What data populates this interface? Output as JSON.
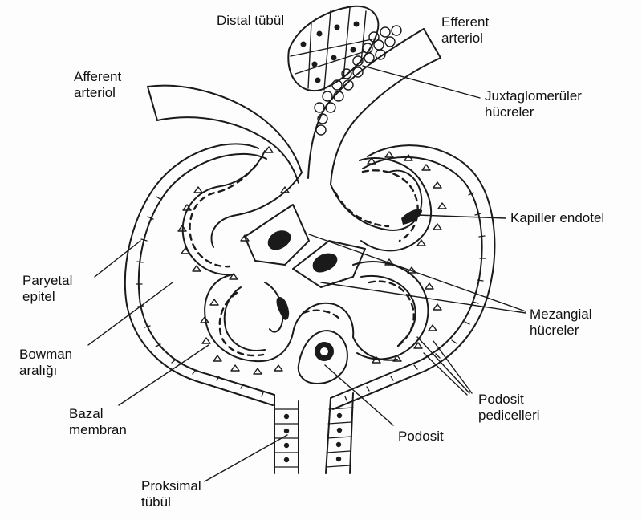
{
  "colors": {
    "ink": "#1a1a1a",
    "paper": "#fdfdfd"
  },
  "labels": {
    "distal_tubul": [
      "Distal tübül"
    ],
    "efferent_arteriol": [
      "Efferent",
      "arteriol"
    ],
    "afferent_arteriol": [
      "Afferent",
      "arteriol"
    ],
    "juxtaglomeruler": [
      "Juxtaglomerüler",
      "hücreler"
    ],
    "kapiller_endotel": [
      "Kapiller endotel"
    ],
    "paryetal_epitel": [
      "Paryetal",
      "epitel"
    ],
    "mezangial": [
      "Mezangial",
      "hücreler"
    ],
    "bowman": [
      "Bowman",
      "aralığı"
    ],
    "bazal_membran": [
      "Bazal",
      "membran"
    ],
    "podosit_pedicelleri": [
      "Podosit",
      "pedicelleri"
    ],
    "podosit": [
      "Podosit"
    ],
    "proksimal_tubul": [
      "Proksimal",
      "tübül"
    ]
  }
}
